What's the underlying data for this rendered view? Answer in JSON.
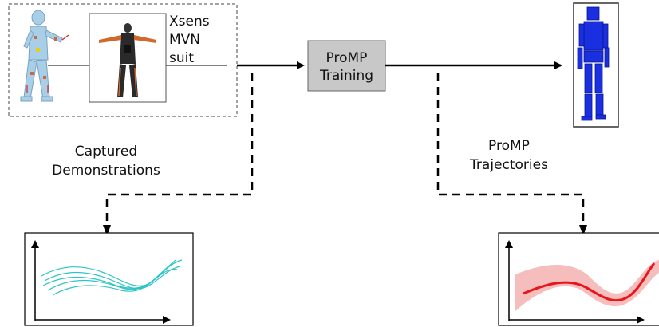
{
  "suit_label": {
    "line1": "Xsens",
    "line2": "MVN",
    "line3": "suit"
  },
  "training_box": {
    "line1": "ProMP",
    "line2": "Training"
  },
  "captured_label": {
    "line1": "Captured",
    "line2": "Demonstrations"
  },
  "trajectories_label": {
    "line1": "ProMP",
    "line2": "Trajectories"
  },
  "colors": {
    "human_model": "#a9cfe8",
    "suit_orange": "#d2692a",
    "training_box_fill": "#c8c8c8",
    "robot_blue": "#1a2fe0",
    "demo_curve": "#2fc4c4",
    "promp_mean": "#e8151c",
    "promp_band": "#f2a7a4"
  }
}
